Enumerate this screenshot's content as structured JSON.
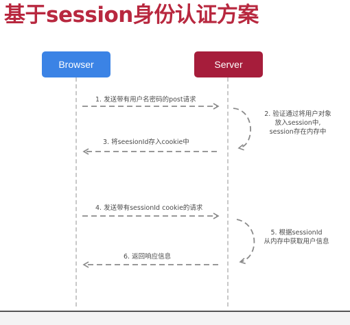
{
  "title": "基于session身份认证方案",
  "colors": {
    "title": "#b8283f",
    "browser_box": "#3b83e5",
    "server_box": "#a61d3b",
    "arrow": "#8a8a8a"
  },
  "actors": {
    "browser": "Browser",
    "server": "Server"
  },
  "messages": {
    "m1": "1. 发送带有用户名密码的post请求",
    "m2_line1": "2. 验证通过将用户对象",
    "m2_line2": "放入session中,",
    "m2_line3": "session存在内存中",
    "m3": "3. 将seesionId存入cookie中",
    "m4": "4. 发送带有sessionId cookie的请求",
    "m5_line1": "5. 根据sessionId",
    "m5_line2": "从内存中获取用户信息",
    "m6": "6. 返回响应信息"
  }
}
